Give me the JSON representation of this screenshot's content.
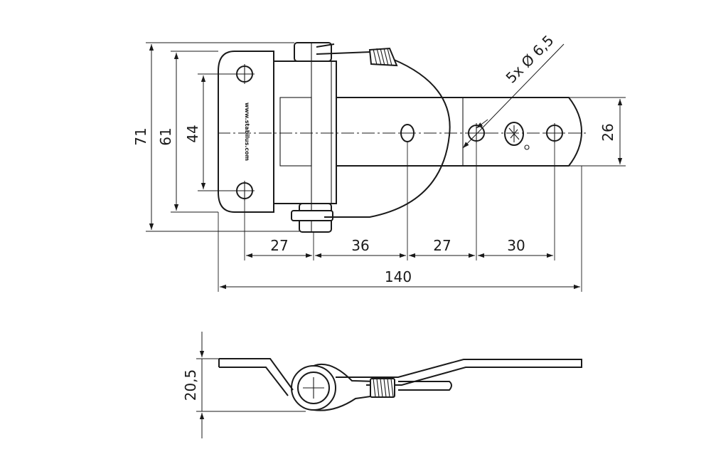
{
  "dimensions": {
    "overall_height": "71",
    "plate_height": "61",
    "hole_spacing_vertical": "44",
    "strap_width": "26",
    "seg_1": "27",
    "seg_2": "36",
    "seg_3": "27",
    "seg_4": "30",
    "overall_length": "140",
    "hole_callout": "5x Ø 6,5",
    "side_height": "20,5"
  },
  "plate_marking": "www.stabilus.com",
  "colors": {
    "line": "#1a1a1a",
    "background": "#ffffff"
  }
}
